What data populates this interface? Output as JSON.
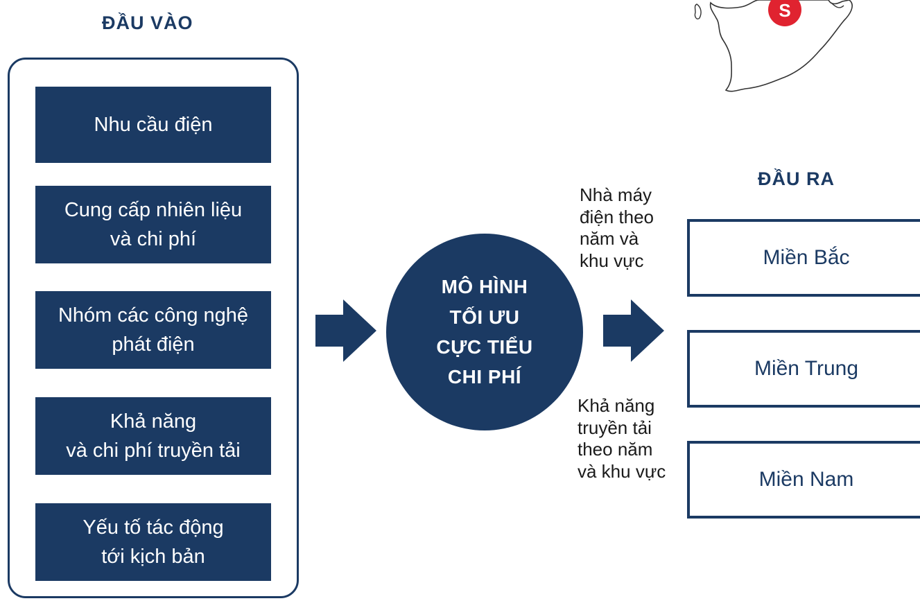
{
  "input_section": {
    "heading": "ĐẦU VÀO",
    "items": [
      "Nhu cầu điện",
      "Cung cấp nhiên liệu\nvà chi phí",
      "Nhóm các công nghệ\nphát điện",
      "Khả năng\nvà chi phí truyền tải",
      "Yếu tố tác động\ntới kịch bản"
    ]
  },
  "model": {
    "label": "MÔ HÌNH\nTỐI ƯU\nCỰC TIỂU\nCHI PHÍ"
  },
  "notes": {
    "plants": "Nhà máy\nđiện theo\nnăm và\nkhu vực",
    "transmission": "Khả năng\ntruyền tải\ntheo năm\nvà khu vực"
  },
  "output_section": {
    "heading": "ĐẦU RA",
    "regions": [
      "Miền Bắc",
      "Miền Trung",
      "Miền Nam"
    ]
  },
  "map_marker": {
    "letter": "S",
    "color": "#e02330"
  },
  "colors": {
    "primary": "#1b3a63"
  }
}
